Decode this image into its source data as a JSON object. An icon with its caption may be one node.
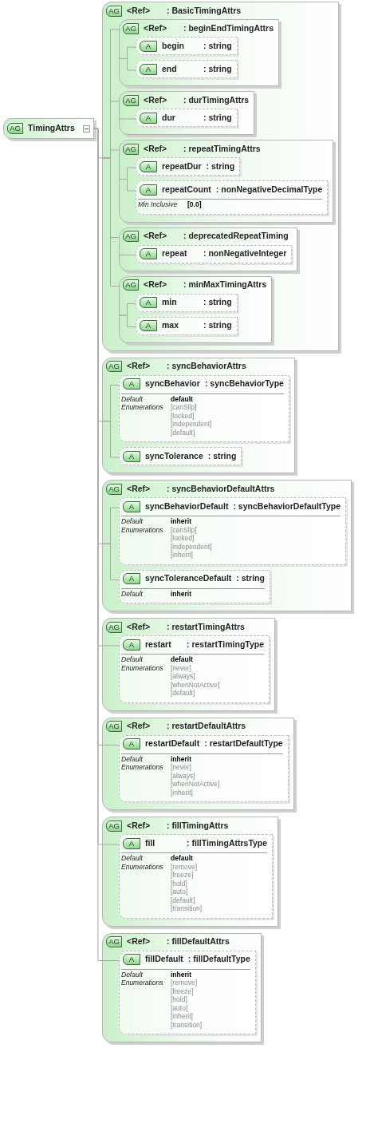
{
  "diagram": {
    "nodes": [
      {
        "text": [
          "AG",
          "TimingAttrs"
        ]
      },
      {
        "text": [
          "AG",
          "<Ref>",
          ": BasicTimingAttrs"
        ]
      },
      {
        "text": [
          "AG",
          "<Ref>",
          ": beginEndTimingAttrs"
        ],
        "in": 1
      },
      {
        "text": [
          "A",
          "begin",
          ": string"
        ],
        "in": 2
      },
      {
        "text": [
          "A",
          "end",
          ": string"
        ],
        "in": 2
      },
      {
        "text": [
          "AG",
          "<Ref>",
          ": durTimingAttrs"
        ],
        "in": 1
      },
      {
        "text": [
          "A",
          "dur",
          ": string"
        ],
        "in": 5
      },
      {
        "text": [
          "AG",
          "<Ref>",
          ": repeatTimingAttrs"
        ],
        "in": 1
      },
      {
        "text": [
          "A",
          "repeatDur",
          ": string"
        ],
        "in": 7
      },
      {
        "text": [
          "A",
          "repeatCount",
          ": nonNegativeDecimalType",
          "Min Inclusive",
          "[0.0]"
        ],
        "in": 7
      },
      {
        "text": [
          "AG",
          "<Ref>",
          ": deprecatedRepeatTiming"
        ],
        "in": 1
      },
      {
        "text": [
          "A",
          "repeat",
          ": nonNegativeInteger"
        ],
        "in": 10
      },
      {
        "text": [
          "AG",
          "<Ref>",
          ": minMaxTimingAttrs"
        ],
        "in": 1
      },
      {
        "text": [
          "A",
          "min",
          ": string"
        ],
        "in": 12
      },
      {
        "text": [
          "A",
          "max",
          ": string"
        ],
        "in": 12
      },
      {
        "text": [
          "AG",
          "<Ref>",
          ": syncBehaviorAttrs"
        ]
      },
      {
        "text": [
          "A",
          "syncBehavior",
          ": syncBehaviorType",
          "Default Enumerations",
          "default [canSlip] [locked] [independent] [default]"
        ],
        "in": 15
      },
      {
        "text": [
          "A",
          "syncTolerance",
          ": string"
        ],
        "in": 15
      },
      {
        "text": [
          "AG",
          "<Ref>",
          ": syncBehaviorDefaultAttrs"
        ]
      },
      {
        "text": [
          "A",
          "syncBehaviorDefault",
          ": syncBehaviorDefaultType",
          "Default Enumerations",
          "inherit [canSlip] [locked] [independent] [inherit]"
        ],
        "in": 18
      },
      {
        "text": [
          "A",
          "syncToleranceDefault",
          ": string",
          "Default",
          "inherit"
        ],
        "in": 18
      },
      {
        "text": [
          "AG",
          "<Ref>",
          ": restartTimingAttrs"
        ]
      },
      {
        "text": [
          "A",
          "restart",
          ": restartTimingType",
          "Default Enumerations",
          "default [never] [always] [whenNotActive] [default]"
        ],
        "in": 21
      },
      {
        "text": [
          "AG",
          "<Ref>",
          ": restartDefaultAttrs"
        ]
      },
      {
        "text": [
          "A",
          "restartDefault",
          ": restartDefaultType",
          "Default Enumerations",
          "inherit [never] [always] [whenNotActive] [inherit]"
        ],
        "in": 23
      },
      {
        "text": [
          "AG",
          "<Ref>",
          ": fillTimingAttrs"
        ]
      },
      {
        "text": [
          "A",
          "fill",
          ": fillTimingAttrsType",
          "Default Enumerations",
          "default [remove] [freeze] [hold] [auto] [default] [transition]"
        ],
        "in": 25
      },
      {
        "text": [
          "AG",
          "<Ref>",
          ": fillDefaultAttrs"
        ]
      },
      {
        "text": [
          "A",
          "fillDefault",
          ": fillDefaultType",
          "Default Enumerations",
          "inherit [remove] [freeze] [hold] [auto] [inherit] [transition]"
        ],
        "in": 27
      }
    ],
    "edges": [
      {
        "from": 0,
        "to": 1,
        "arrow": "none"
      },
      {
        "from": 0,
        "to": 15,
        "arrow": "none"
      },
      {
        "from": 0,
        "to": 18,
        "arrow": "none"
      },
      {
        "from": 0,
        "to": 21,
        "arrow": "none"
      },
      {
        "from": 0,
        "to": 23,
        "arrow": "none"
      },
      {
        "from": 0,
        "to": 25,
        "arrow": "none"
      },
      {
        "from": 0,
        "to": 27,
        "arrow": "none"
      },
      {
        "from": 1,
        "to": 2,
        "arrow": "none"
      },
      {
        "from": 1,
        "to": 5,
        "arrow": "none"
      },
      {
        "from": 1,
        "to": 7,
        "arrow": "none"
      },
      {
        "from": 1,
        "to": 10,
        "arrow": "none"
      },
      {
        "from": 1,
        "to": 12,
        "arrow": "none"
      },
      {
        "from": 2,
        "to": 3,
        "arrow": "none"
      },
      {
        "from": 2,
        "to": 4,
        "arrow": "none"
      },
      {
        "from": 5,
        "to": 6,
        "arrow": "none"
      },
      {
        "from": 7,
        "to": 8,
        "arrow": "none"
      },
      {
        "from": 7,
        "to": 9,
        "arrow": "none"
      },
      {
        "from": 10,
        "to": 11,
        "arrow": "none"
      },
      {
        "from": 12,
        "to": 13,
        "arrow": "none"
      },
      {
        "from": 12,
        "to": 14,
        "arrow": "none"
      },
      {
        "from": 15,
        "to": 16,
        "arrow": "none"
      },
      {
        "from": 15,
        "to": 17,
        "arrow": "none"
      },
      {
        "from": 18,
        "to": 19,
        "arrow": "none"
      },
      {
        "from": 18,
        "to": 20,
        "arrow": "none"
      },
      {
        "from": 21,
        "to": 22,
        "arrow": "none"
      },
      {
        "from": 23,
        "to": 24,
        "arrow": "none"
      },
      {
        "from": 25,
        "to": 26,
        "arrow": "none"
      },
      {
        "from": 27,
        "to": 28,
        "arrow": "none"
      }
    ]
  }
}
